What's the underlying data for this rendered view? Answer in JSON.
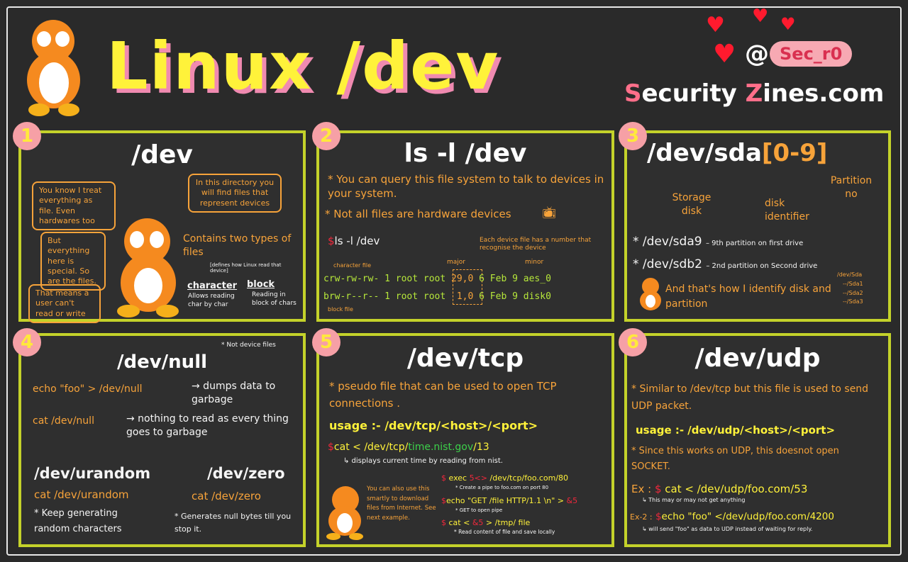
{
  "header": {
    "title": "Linux /dev",
    "handle_at": "@",
    "handle": "Sec_r0",
    "brand_s": "S",
    "brand_ecurity": "ecurity",
    "brand_z": "Z",
    "brand_ines": "ines.com"
  },
  "p1": {
    "num": "1",
    "title": "/dev",
    "b1": "You know I treat everything as file. Even hardwares too",
    "b2": "In this directory you will find files that represent devices",
    "b3": "But everything here is special. So are the files.",
    "b4": "That means a user can't read or write",
    "types": "Contains two types of files",
    "types_note": "[defines how Linux read that device]",
    "char": "character",
    "char_desc": "Allows reading char by char",
    "block": "block",
    "block_desc": "Reading in block of chars"
  },
  "p2": {
    "num": "2",
    "title": "ls -l /dev",
    "l1": "* You can query this file system to talk to devices in your system.",
    "l2": "* Not all files are hardware devices",
    "prompt": "$",
    "cmd": "ls -l /dev",
    "note": "Each device file has a number that recognise the device",
    "major": "major",
    "minor": "minor",
    "char_file": "character file",
    "row1": "crw-rw-rw- 1 root root",
    "row1_num": "29,0",
    "row1_tail": "6 Feb 9 aes_0",
    "row2": "brw-r--r-- 1 root root",
    "row2_num": "1,0",
    "row2_tail": "6 Feb 9 disk0",
    "block_file": "block file"
  },
  "p3": {
    "num": "3",
    "title": "/dev/sda",
    "range": "[0-9]",
    "storage": "Storage disk",
    "disk_id": "disk identifier",
    "partition": "Partition no",
    "e1": "* /dev/sda9",
    "e1d": "– 9th partition on first drive",
    "e2": "* /dev/sdb2",
    "e2d": "– 2nd partition on Second drive",
    "outro": "And that's how I identify disk and partition",
    "tree": [
      "/dev/Sda",
      "--/Sda1",
      "--/Sda2",
      "--/Sda3"
    ]
  },
  "p4": {
    "num": "4",
    "note": "* Not device files",
    "title": "/dev/null",
    "c1": "echo \"foo\" > /dev/null",
    "c1d": "→ dumps data to garbage",
    "c2": "cat /dev/null",
    "c2d": "→ nothing to read as every thing goes to garbage",
    "urandom": "/dev/urandom",
    "urandom_cmd": "cat /dev/urandom",
    "urandom_d": "* Keep generating random characters",
    "zero": "/dev/zero",
    "zero_cmd": "cat /dev/zero",
    "zero_d": "* Generates null bytes till you stop it."
  },
  "p5": {
    "num": "5",
    "title": "/dev/tcp",
    "desc": "* pseudo file that can be used to open TCP connections .",
    "usage": "usage :- /dev/tcp/<host>/<port>",
    "ex_prompt": "$",
    "ex_a": "cat < /dev/tcp/",
    "ex_b": "time.nist.gov",
    "ex_c": "/13",
    "ex_d": "↳ displays current time by reading from nist.",
    "tip": "You can also use this smartly to download files from Internet. See next example.",
    "s1": "exec",
    "s1b": "5<>",
    "s1c": "/dev/tcp/foo.com/80",
    "s1d": "* Create a pipe to foo.com on port 80",
    "s2": "echo \"GET /file HTTP/1.1 \\n\" >",
    "s2b": "&5",
    "s2d": "* GET to open pipe",
    "s3": "cat <",
    "s3b": "&5",
    "s3c": "> /tmp/ file",
    "s3d": "* Read content of file and save locally"
  },
  "p6": {
    "num": "6",
    "title": "/dev/udp",
    "desc": "* Similar to /dev/tcp but this file is used to send UDP packet.",
    "usage": "usage :- /dev/udp/<host>/<port>",
    "note": "* Since this works on UDP, this doesnot open SOCKET.",
    "ex1_label": "Ex :",
    "ex1": "cat < /dev/udp/foo.com/53",
    "ex1d": "↳ This may or may not get anything",
    "ex2_label": "Ex-2 :",
    "ex2": "echo \"foo\" </dev/udp/foo.com/4200",
    "ex2d": "↳ will send \"foo\" as data to UDP instead of waiting for reply.",
    "prompt": "$"
  }
}
